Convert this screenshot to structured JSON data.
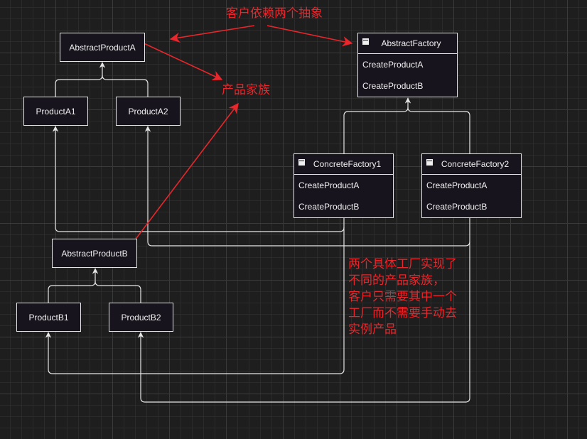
{
  "products": {
    "abstract_product_a": "AbstractProductA",
    "product_a1": "ProductA1",
    "product_a2": "ProductA2",
    "abstract_product_b": "AbstractProductB",
    "product_b1": "ProductB1",
    "product_b2": "ProductB2"
  },
  "factories": {
    "abstract_factory": {
      "name": "AbstractFactory",
      "ops": [
        "CreateProductA",
        "CreateProductB"
      ]
    },
    "concrete_factory_1": {
      "name": "ConcreteFactory1",
      "ops": [
        "CreateProductA",
        "CreateProductB"
      ]
    },
    "concrete_factory_2": {
      "name": "ConcreteFactory2",
      "ops": [
        "CreateProductA",
        "CreateProductB"
      ]
    }
  },
  "annotations": {
    "client_depends": "客户依赖两个抽象",
    "product_family": "产品家族",
    "explanation": "两个具体工厂实现了\n不同的产品家族，\n客户只需要其中一个\n工厂而不需要手动去\n实例产品"
  },
  "colors": {
    "annotation": "#e8262b",
    "connector": "#e6e6e6",
    "box_fill": "#18141d"
  }
}
